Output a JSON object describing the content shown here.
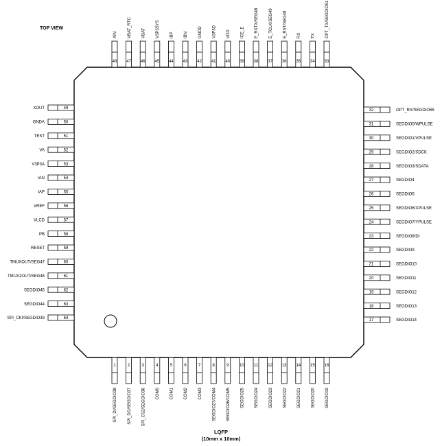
{
  "view_label": "TOP VIEW",
  "package": {
    "name": "LQFP",
    "size": "(10mm x 10mm)"
  },
  "pins": {
    "bottom": [
      {
        "num": "1",
        "label": "SPI_DI/SEGDIO38"
      },
      {
        "num": "2",
        "label": "SPI_DO/SEGDIO37"
      },
      {
        "num": "3",
        "label": "SPI_CS2/SEGDIO36"
      },
      {
        "num": "4",
        "label": "COM0"
      },
      {
        "num": "5",
        "label": "COM1"
      },
      {
        "num": "6",
        "label": "COM2"
      },
      {
        "num": "7",
        "label": "COM3"
      },
      {
        "num": "8",
        "label": "SEGDIO27/COM4"
      },
      {
        "num": "9",
        "label": "SEGDIO26/COM5"
      },
      {
        "num": "10",
        "label": "SEGDIO25"
      },
      {
        "num": "11",
        "label": "SEGDIO24"
      },
      {
        "num": "12",
        "label": "SEGDIO23"
      },
      {
        "num": "13",
        "label": "SEGDIO22"
      },
      {
        "num": "14",
        "label": "SEGDIO21"
      },
      {
        "num": "15",
        "label": "SEGDIO20"
      },
      {
        "num": "16",
        "label": "SEGDIO19"
      }
    ],
    "right": [
      {
        "num": "17",
        "label": "SEGDIO14"
      },
      {
        "num": "18",
        "label": "SEGDIO13"
      },
      {
        "num": "19",
        "label": "SEGDIO12"
      },
      {
        "num": "20",
        "label": "SEGDIO11"
      },
      {
        "num": "21",
        "label": "SEGDIO10"
      },
      {
        "num": "22",
        "label": "SEGDIO9"
      },
      {
        "num": "23",
        "label": "SEGDIO8/DI"
      },
      {
        "num": "24",
        "label": "SEGDIO7/YPULSE"
      },
      {
        "num": "25",
        "label": "SEGDIO6/XPULSE"
      },
      {
        "num": "26",
        "label": "SEGDIO5"
      },
      {
        "num": "27",
        "label": "SEGDIO4"
      },
      {
        "num": "28",
        "label": "SEGDIO3/SDATA"
      },
      {
        "num": "29",
        "label": "SEGDIO2/SDCK"
      },
      {
        "num": "30",
        "label": "SEGDIO1/VPULSE"
      },
      {
        "num": "31",
        "label": "SEGDIO0/WPULSE"
      },
      {
        "num": "32",
        "label": "OPT_RX/SEGDIO55"
      }
    ],
    "top": [
      {
        "num": "33",
        "label": "OPT_TX/SEGDIO51"
      },
      {
        "num": "34",
        "label": "TX"
      },
      {
        "num": "35",
        "label": "RX"
      },
      {
        "num": "36",
        "label": "E_RST/SEG48"
      },
      {
        "num": "37",
        "label": "E_TCLK/SEG49"
      },
      {
        "num": "38",
        "label": "E_RXTX/SEG48"
      },
      {
        "num": "39",
        "label": "ICE_E"
      },
      {
        "num": "40",
        "label": "VDD"
      },
      {
        "num": "41",
        "label": "V3P3D"
      },
      {
        "num": "42",
        "label": "GNDD"
      },
      {
        "num": "43",
        "label": "IBN"
      },
      {
        "num": "44",
        "label": "IBP"
      },
      {
        "num": "45",
        "label": "V3P3SYS"
      },
      {
        "num": "46",
        "label": "VBAT"
      },
      {
        "num": "47",
        "label": "VBAT_RTC"
      },
      {
        "num": "48",
        "label": "XIN"
      }
    ],
    "left": [
      {
        "num": "49",
        "label": "XOUT"
      },
      {
        "num": "50",
        "label": "GNDA"
      },
      {
        "num": "51",
        "label": "TEST"
      },
      {
        "num": "52",
        "label": "VA"
      },
      {
        "num": "53",
        "label": "V3P3A"
      },
      {
        "num": "54",
        "label": "IAN"
      },
      {
        "num": "55",
        "label": "IAP"
      },
      {
        "num": "56",
        "label": "VREF"
      },
      {
        "num": "57",
        "label": "VLCD"
      },
      {
        "num": "58",
        "label": "PB"
      },
      {
        "num": "59",
        "label": "RESET"
      },
      {
        "num": "60",
        "label": "TMUXOUT/SEG47"
      },
      {
        "num": "61",
        "label": "TMUX2OUT/SEG46"
      },
      {
        "num": "62",
        "label": "SEGDIO45"
      },
      {
        "num": "63",
        "label": "SEGDIO44"
      },
      {
        "num": "64",
        "label": "SPI_CKI/SEGDIO39"
      }
    ]
  }
}
